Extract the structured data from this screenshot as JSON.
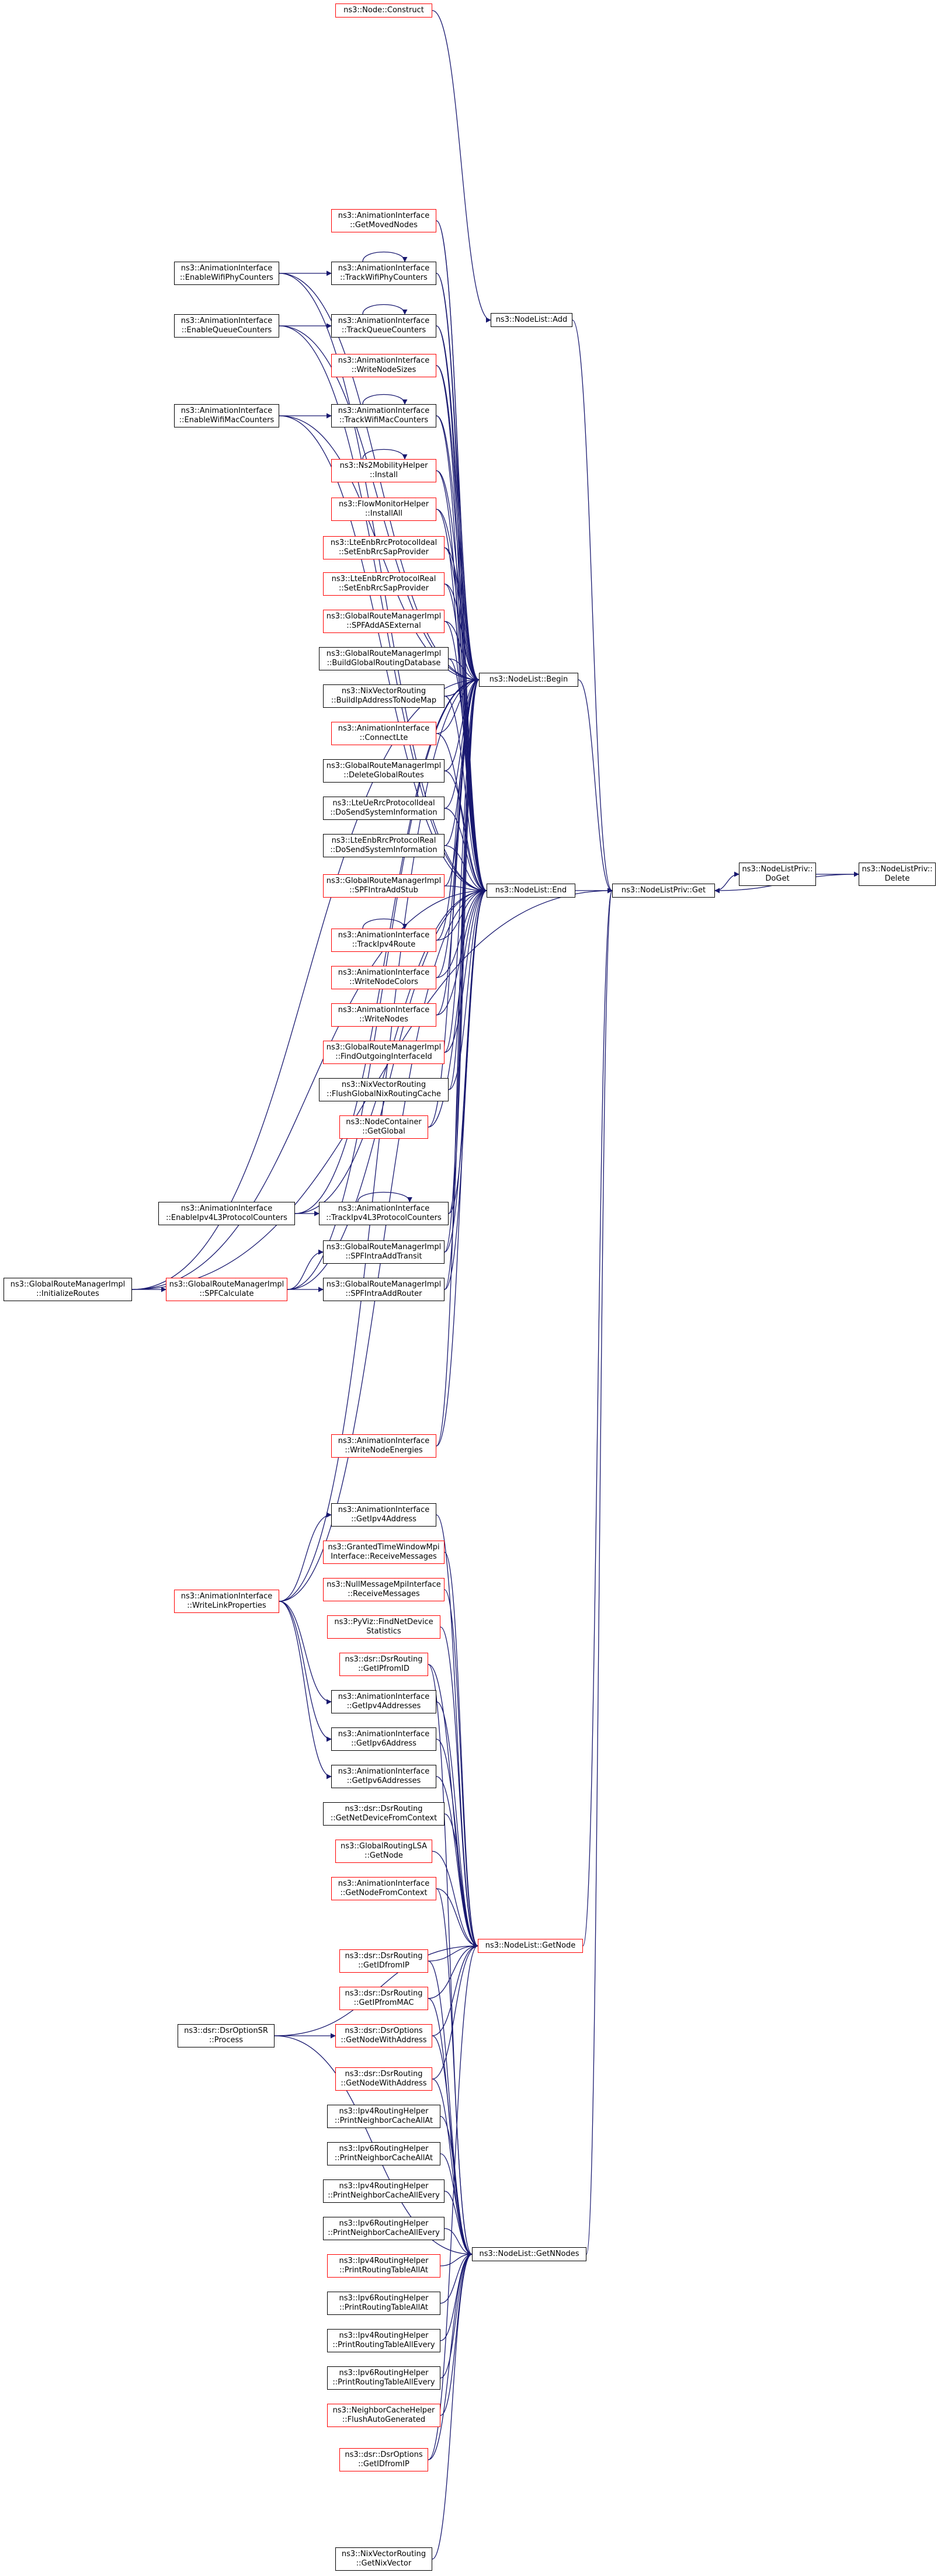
{
  "colors": {
    "edge": "#191970",
    "documented_border": "#000000",
    "undocumented_border": "#ff0000",
    "focus_fill": "#bfbfbf",
    "background": "#ffffff"
  },
  "nodes": [
    {
      "id": "delete",
      "lines": [
        "ns3::NodeListPriv::",
        "Delete"
      ],
      "style": "focus"
    },
    {
      "id": "doget",
      "lines": [
        "ns3::NodeListPriv::",
        "DoGet"
      ],
      "style": "normal"
    },
    {
      "id": "privget",
      "lines": [
        "ns3::NodeListPriv::Get"
      ],
      "style": "normal"
    },
    {
      "id": "begin",
      "lines": [
        "ns3::NodeList::Begin"
      ],
      "style": "normal"
    },
    {
      "id": "end",
      "lines": [
        "ns3::NodeList::End"
      ],
      "style": "normal"
    },
    {
      "id": "getnode",
      "lines": [
        "ns3::NodeList::GetNode"
      ],
      "style": "red"
    },
    {
      "id": "getnnodes",
      "lines": [
        "ns3::NodeList::GetNNodes"
      ],
      "style": "normal"
    },
    {
      "id": "add",
      "lines": [
        "ns3::NodeList::Add"
      ],
      "style": "normal"
    },
    {
      "id": "construct",
      "lines": [
        "ns3::Node::Construct"
      ],
      "style": "red"
    },
    {
      "id": "getmoved",
      "lines": [
        "ns3::AnimationInterface",
        "::GetMovedNodes"
      ],
      "style": "red"
    },
    {
      "id": "trackwifiphy",
      "lines": [
        "ns3::AnimationInterface",
        "::TrackWifiPhyCounters"
      ],
      "style": "normal"
    },
    {
      "id": "trackqueue",
      "lines": [
        "ns3::AnimationInterface",
        "::TrackQueueCounters"
      ],
      "style": "normal"
    },
    {
      "id": "writenodesizes",
      "lines": [
        "ns3::AnimationInterface",
        "::WriteNodeSizes"
      ],
      "style": "red"
    },
    {
      "id": "trackwifimac",
      "lines": [
        "ns3::AnimationInterface",
        "::TrackWifiMacCounters"
      ],
      "style": "normal"
    },
    {
      "id": "ns2install",
      "lines": [
        "ns3::Ns2MobilityHelper",
        "::Install"
      ],
      "style": "red"
    },
    {
      "id": "flowinstall",
      "lines": [
        "ns3::FlowMonitorHelper",
        "::InstallAll"
      ],
      "style": "red"
    },
    {
      "id": "lteideal",
      "lines": [
        "ns3::LteEnbRrcProtocolIdeal",
        "::SetEnbRrcSapProvider"
      ],
      "style": "red"
    },
    {
      "id": "ltereal",
      "lines": [
        "ns3::LteEnbRrcProtocolReal",
        "::SetEnbRrcSapProvider"
      ],
      "style": "red"
    },
    {
      "id": "spfaddas",
      "lines": [
        "ns3::GlobalRouteManagerImpl",
        "::SPFAddASExternal"
      ],
      "style": "red"
    },
    {
      "id": "buildglobal",
      "lines": [
        "ns3::GlobalRouteManagerImpl",
        "::BuildGlobalRoutingDatabase"
      ],
      "style": "normal"
    },
    {
      "id": "nixbuild",
      "lines": [
        "ns3::NixVectorRouting",
        "::BuildIpAddressToNodeMap"
      ],
      "style": "normal"
    },
    {
      "id": "connectlte",
      "lines": [
        "ns3::AnimationInterface",
        "::ConnectLte"
      ],
      "style": "red"
    },
    {
      "id": "deleteglobal",
      "lines": [
        "ns3::GlobalRouteManagerImpl",
        "::DeleteGlobalRoutes"
      ],
      "style": "normal"
    },
    {
      "id": "ltesysideal",
      "lines": [
        "ns3::LteUeRrcProtocolIdeal",
        "::DoSendSystemInformation"
      ],
      "style": "normal"
    },
    {
      "id": "ltesysreal",
      "lines": [
        "ns3::LteEnbRrcProtocolReal",
        "::DoSendSystemInformation"
      ],
      "style": "normal"
    },
    {
      "id": "spfintrastub",
      "lines": [
        "ns3::GlobalRouteManagerImpl",
        "::SPFIntraAddStub"
      ],
      "style": "red"
    },
    {
      "id": "trackipv4route",
      "lines": [
        "ns3::AnimationInterface",
        "::TrackIpv4Route"
      ],
      "style": "red"
    },
    {
      "id": "writenodecolors",
      "lines": [
        "ns3::AnimationInterface",
        "::WriteNodeColors"
      ],
      "style": "red"
    },
    {
      "id": "writenodes",
      "lines": [
        "ns3::AnimationInterface",
        "::WriteNodes"
      ],
      "style": "red"
    },
    {
      "id": "findoutgoing",
      "lines": [
        "ns3::GlobalRouteManagerImpl",
        "::FindOutgoingInterfaceId"
      ],
      "style": "red"
    },
    {
      "id": "nixflush",
      "lines": [
        "ns3::NixVectorRouting",
        "::FlushGlobalNixRoutingCache"
      ],
      "style": "normal"
    },
    {
      "id": "nodecontainer",
      "lines": [
        "ns3::NodeContainer",
        "::GetGlobal"
      ],
      "style": "red"
    },
    {
      "id": "enablewifiphy",
      "lines": [
        "ns3::AnimationInterface",
        "::EnableWifiPhyCounters"
      ],
      "style": "normal"
    },
    {
      "id": "enablequeue",
      "lines": [
        "ns3::AnimationInterface",
        "::EnableQueueCounters"
      ],
      "style": "normal"
    },
    {
      "id": "enablewifimac",
      "lines": [
        "ns3::AnimationInterface",
        "::EnableWifiMacCounters"
      ],
      "style": "normal"
    },
    {
      "id": "enableipv4l3",
      "lines": [
        "ns3::AnimationInterface",
        "::EnableIpv4L3ProtocolCounters"
      ],
      "style": "normal"
    },
    {
      "id": "trackipv4l3",
      "lines": [
        "ns3::AnimationInterface",
        "::TrackIpv4L3ProtocolCounters"
      ],
      "style": "normal"
    },
    {
      "id": "spftransit",
      "lines": [
        "ns3::GlobalRouteManagerImpl",
        "::SPFIntraAddTransit"
      ],
      "style": "normal"
    },
    {
      "id": "spfrouter",
      "lines": [
        "ns3::GlobalRouteManagerImpl",
        "::SPFIntraAddRouter"
      ],
      "style": "normal"
    },
    {
      "id": "spfcalc",
      "lines": [
        "ns3::GlobalRouteManagerImpl",
        "::SPFCalculate"
      ],
      "style": "red"
    },
    {
      "id": "initroutes",
      "lines": [
        "ns3::GlobalRouteManagerImpl",
        "::InitializeRoutes"
      ],
      "style": "normal"
    },
    {
      "id": "writenodeenergies",
      "lines": [
        "ns3::AnimationInterface",
        "::WriteNodeEnergies"
      ],
      "style": "red"
    },
    {
      "id": "getipv4address",
      "lines": [
        "ns3::AnimationInterface",
        "::GetIpv4Address"
      ],
      "style": "normal"
    },
    {
      "id": "granted",
      "lines": [
        "ns3::GrantedTimeWindowMpi",
        "Interface::ReceiveMessages"
      ],
      "style": "red"
    },
    {
      "id": "nullmsg",
      "lines": [
        "ns3::NullMessageMpiInterface",
        "::ReceiveMessages"
      ],
      "style": "red"
    },
    {
      "id": "pyviz",
      "lines": [
        "ns3::PyViz::FindNetDevice",
        "Statistics"
      ],
      "style": "red"
    },
    {
      "id": "getipfromid",
      "lines": [
        "ns3::dsr::DsrRouting",
        "::GetIPfromID"
      ],
      "style": "red"
    },
    {
      "id": "getipv4addresses",
      "lines": [
        "ns3::AnimationInterface",
        "::GetIpv4Addresses"
      ],
      "style": "normal"
    },
    {
      "id": "getipv6address",
      "lines": [
        "ns3::AnimationInterface",
        "::GetIpv6Address"
      ],
      "style": "normal"
    },
    {
      "id": "getipv6addresses",
      "lines": [
        "ns3::AnimationInterface",
        "::GetIpv6Addresses"
      ],
      "style": "normal"
    },
    {
      "id": "writelinkprops",
      "lines": [
        "ns3::AnimationInterface",
        "::WriteLinkProperties"
      ],
      "style": "red"
    },
    {
      "id": "getnetdevice",
      "lines": [
        "ns3::dsr::DsrRouting",
        "::GetNetDeviceFromContext"
      ],
      "style": "normal"
    },
    {
      "id": "globallsa",
      "lines": [
        "ns3::GlobalRoutingLSA",
        "::GetNode"
      ],
      "style": "red"
    },
    {
      "id": "getnodefromctx",
      "lines": [
        "ns3::AnimationInterface",
        "::GetNodeFromContext"
      ],
      "style": "red"
    },
    {
      "id": "getidfromip",
      "lines": [
        "ns3::dsr::DsrRouting",
        "::GetIDfromIP"
      ],
      "style": "red"
    },
    {
      "id": "getipfrommac",
      "lines": [
        "ns3::dsr::DsrRouting",
        "::GetIPfromMAC"
      ],
      "style": "red"
    },
    {
      "id": "getnodewithaddr",
      "lines": [
        "ns3::dsr::DsrOptions",
        "::GetNodeWithAddress"
      ],
      "style": "red"
    },
    {
      "id": "getnodewithaddr2",
      "lines": [
        "ns3::dsr::DsrRouting",
        "::GetNodeWithAddress"
      ],
      "style": "red"
    },
    {
      "id": "dsrprocess",
      "lines": [
        "ns3::dsr::DsrOptionSR",
        "::Process"
      ],
      "style": "normal"
    },
    {
      "id": "ipv4neighat",
      "lines": [
        "ns3::Ipv4RoutingHelper",
        "::PrintNeighborCacheAllAt"
      ],
      "style": "normal"
    },
    {
      "id": "ipv6neighat",
      "lines": [
        "ns3::Ipv6RoutingHelper",
        "::PrintNeighborCacheAllAt"
      ],
      "style": "normal"
    },
    {
      "id": "ipv4neighevery",
      "lines": [
        "ns3::Ipv4RoutingHelper",
        "::PrintNeighborCacheAllEvery"
      ],
      "style": "normal"
    },
    {
      "id": "ipv6neighevery",
      "lines": [
        "ns3::Ipv6RoutingHelper",
        "::PrintNeighborCacheAllEvery"
      ],
      "style": "normal"
    },
    {
      "id": "ipv4tableat",
      "lines": [
        "ns3::Ipv4RoutingHelper",
        "::PrintRoutingTableAllAt"
      ],
      "style": "red"
    },
    {
      "id": "ipv6tableat",
      "lines": [
        "ns3::Ipv6RoutingHelper",
        "::PrintRoutingTableAllAt"
      ],
      "style": "normal"
    },
    {
      "id": "ipv4tableevery",
      "lines": [
        "ns3::Ipv4RoutingHelper",
        "::PrintRoutingTableAllEvery"
      ],
      "style": "normal"
    },
    {
      "id": "ipv6tableevery",
      "lines": [
        "ns3::Ipv6RoutingHelper",
        "::PrintRoutingTableAllEvery"
      ],
      "style": "normal"
    },
    {
      "id": "neighborcache",
      "lines": [
        "ns3::NeighborCacheHelper",
        "::FlushAutoGenerated"
      ],
      "style": "red"
    },
    {
      "id": "dsroptgetid",
      "lines": [
        "ns3::dsr::DsrOptions",
        "::GetIDfromIP"
      ],
      "style": "red"
    },
    {
      "id": "nixgetvector",
      "lines": [
        "ns3::NixVectorRouting",
        "::GetNixVector"
      ],
      "style": "normal"
    }
  ],
  "edges": [
    [
      "doget",
      "delete"
    ],
    [
      "privget",
      "doget"
    ],
    [
      "delete",
      "privget"
    ],
    [
      "begin",
      "privget"
    ],
    [
      "end",
      "privget"
    ],
    [
      "getnode",
      "privget"
    ],
    [
      "getnnodes",
      "privget"
    ],
    [
      "add",
      "privget"
    ],
    [
      "initroutes",
      "privget"
    ],
    [
      "construct",
      "add"
    ],
    [
      "getmoved",
      "begin"
    ],
    [
      "getmoved",
      "end"
    ],
    [
      "trackwifiphy",
      "begin"
    ],
    [
      "trackwifiphy",
      "end"
    ],
    [
      "trackwifiphy",
      "trackwifiphy"
    ],
    [
      "trackqueue",
      "begin"
    ],
    [
      "trackqueue",
      "end"
    ],
    [
      "trackqueue",
      "trackqueue"
    ],
    [
      "writenodesizes",
      "begin"
    ],
    [
      "writenodesizes",
      "end"
    ],
    [
      "trackwifimac",
      "begin"
    ],
    [
      "trackwifimac",
      "end"
    ],
    [
      "trackwifimac",
      "trackwifimac"
    ],
    [
      "ns2install",
      "begin"
    ],
    [
      "ns2install",
      "end"
    ],
    [
      "ns2install",
      "ns2install"
    ],
    [
      "flowinstall",
      "begin"
    ],
    [
      "flowinstall",
      "end"
    ],
    [
      "lteideal",
      "begin"
    ],
    [
      "lteideal",
      "end"
    ],
    [
      "ltereal",
      "begin"
    ],
    [
      "ltereal",
      "end"
    ],
    [
      "spfaddas",
      "begin"
    ],
    [
      "spfaddas",
      "end"
    ],
    [
      "buildglobal",
      "begin"
    ],
    [
      "buildglobal",
      "end"
    ],
    [
      "nixbuild",
      "begin"
    ],
    [
      "nixbuild",
      "end"
    ],
    [
      "connectlte",
      "begin"
    ],
    [
      "connectlte",
      "end"
    ],
    [
      "deleteglobal",
      "begin"
    ],
    [
      "deleteglobal",
      "end"
    ],
    [
      "ltesysideal",
      "begin"
    ],
    [
      "ltesysideal",
      "end"
    ],
    [
      "ltesysreal",
      "begin"
    ],
    [
      "ltesysreal",
      "end"
    ],
    [
      "spfintrastub",
      "begin"
    ],
    [
      "spfintrastub",
      "end"
    ],
    [
      "trackipv4route",
      "begin"
    ],
    [
      "trackipv4route",
      "end"
    ],
    [
      "trackipv4route",
      "trackipv4route"
    ],
    [
      "writenodecolors",
      "begin"
    ],
    [
      "writenodecolors",
      "end"
    ],
    [
      "writenodes",
      "begin"
    ],
    [
      "writenodes",
      "end"
    ],
    [
      "findoutgoing",
      "begin"
    ],
    [
      "findoutgoing",
      "end"
    ],
    [
      "nixflush",
      "begin"
    ],
    [
      "nixflush",
      "end"
    ],
    [
      "nodecontainer",
      "begin"
    ],
    [
      "nodecontainer",
      "end"
    ],
    [
      "enablewifiphy",
      "trackwifiphy"
    ],
    [
      "enablewifiphy",
      "begin"
    ],
    [
      "enablewifiphy",
      "end"
    ],
    [
      "enablequeue",
      "trackqueue"
    ],
    [
      "enablequeue",
      "begin"
    ],
    [
      "enablequeue",
      "end"
    ],
    [
      "enablewifimac",
      "trackwifimac"
    ],
    [
      "enablewifimac",
      "begin"
    ],
    [
      "enablewifimac",
      "end"
    ],
    [
      "enableipv4l3",
      "trackipv4l3"
    ],
    [
      "enableipv4l3",
      "begin"
    ],
    [
      "enableipv4l3",
      "end"
    ],
    [
      "trackipv4l3",
      "begin"
    ],
    [
      "trackipv4l3",
      "end"
    ],
    [
      "trackipv4l3",
      "trackipv4l3"
    ],
    [
      "spftransit",
      "begin"
    ],
    [
      "spftransit",
      "end"
    ],
    [
      "spfrouter",
      "begin"
    ],
    [
      "spfrouter",
      "end"
    ],
    [
      "spfcalc",
      "spftransit"
    ],
    [
      "spfcalc",
      "spfrouter"
    ],
    [
      "spfcalc",
      "begin"
    ],
    [
      "spfcalc",
      "end"
    ],
    [
      "initroutes",
      "spfcalc"
    ],
    [
      "initroutes",
      "begin"
    ],
    [
      "initroutes",
      "end"
    ],
    [
      "writenodeenergies",
      "begin"
    ],
    [
      "writenodeenergies",
      "end"
    ],
    [
      "getipv4address",
      "getnode"
    ],
    [
      "granted",
      "getnode"
    ],
    [
      "nullmsg",
      "getnode"
    ],
    [
      "pyviz",
      "getnode"
    ],
    [
      "getipfromid",
      "getnode"
    ],
    [
      "getipv4addresses",
      "getnode"
    ],
    [
      "getipv6address",
      "getnode"
    ],
    [
      "getipv6addresses",
      "getnode"
    ],
    [
      "getnetdevice",
      "getnode"
    ],
    [
      "globallsa",
      "getnode"
    ],
    [
      "getnodefromctx",
      "getnode"
    ],
    [
      "getidfromip",
      "getnode"
    ],
    [
      "getipfrommac",
      "getnode"
    ],
    [
      "getnodewithaddr",
      "getnode"
    ],
    [
      "getnodewithaddr2",
      "getnode"
    ],
    [
      "dsroptgetid",
      "getnode"
    ],
    [
      "dsrprocess",
      "getnodewithaddr"
    ],
    [
      "dsrprocess",
      "getnode"
    ],
    [
      "dsrprocess",
      "getnnodes"
    ],
    [
      "writelinkprops",
      "getipv4address"
    ],
    [
      "writelinkprops",
      "getipv4addresses"
    ],
    [
      "writelinkprops",
      "getipv6address"
    ],
    [
      "writelinkprops",
      "getipv6addresses"
    ],
    [
      "writelinkprops",
      "begin"
    ],
    [
      "writelinkprops",
      "end"
    ],
    [
      "getipfromid",
      "getnnodes"
    ],
    [
      "getidfromip",
      "getnnodes"
    ],
    [
      "getipfrommac",
      "getnnodes"
    ],
    [
      "getnodewithaddr",
      "getnnodes"
    ],
    [
      "getnodewithaddr2",
      "getnnodes"
    ],
    [
      "ipv4neighat",
      "getnnodes"
    ],
    [
      "ipv6neighat",
      "getnnodes"
    ],
    [
      "ipv4neighevery",
      "getnnodes"
    ],
    [
      "ipv6neighevery",
      "getnnodes"
    ],
    [
      "ipv4tableat",
      "getnnodes"
    ],
    [
      "ipv6tableat",
      "getnnodes"
    ],
    [
      "ipv4tableevery",
      "getnnodes"
    ],
    [
      "ipv6tableevery",
      "getnnodes"
    ],
    [
      "neighborcache",
      "getnnodes"
    ],
    [
      "dsroptgetid",
      "getnnodes"
    ],
    [
      "nixgetvector",
      "getnnodes"
    ],
    [
      "getnodefromctx",
      "getnnodes"
    ]
  ]
}
